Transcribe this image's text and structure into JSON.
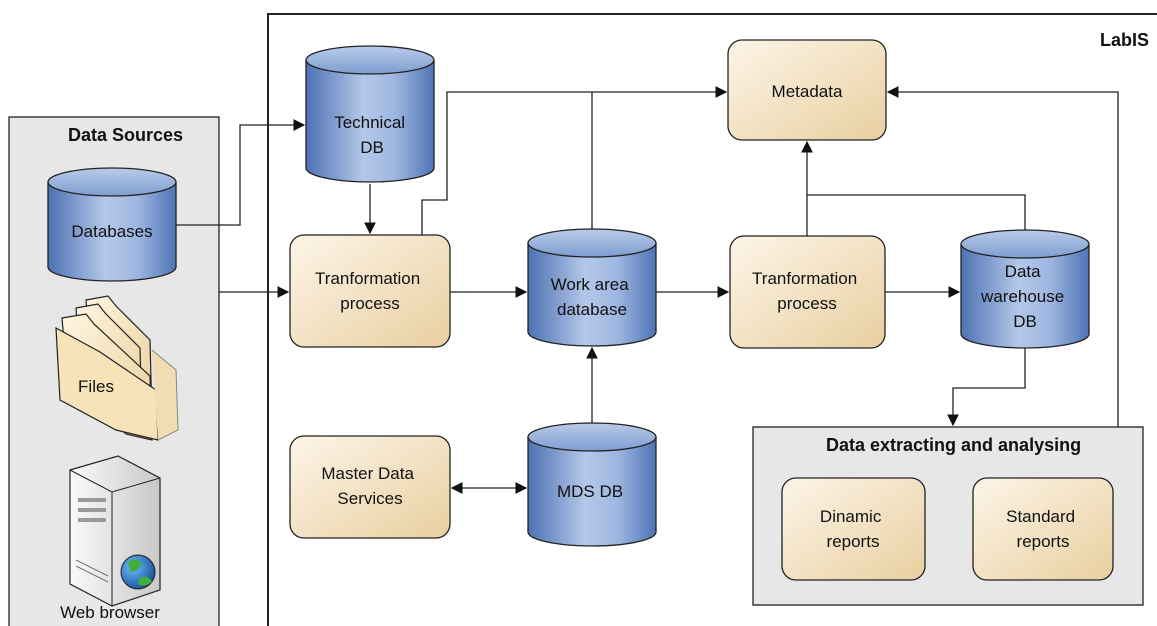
{
  "system_label": "LabIS",
  "data_sources": {
    "title": "Data Sources",
    "databases": "Databases",
    "files": "Files",
    "web_browser": "Web browser"
  },
  "technical_db": [
    "Technical",
    "DB"
  ],
  "transform_1": [
    "Tranformation",
    "process"
  ],
  "work_area_db": [
    "Work area",
    "database"
  ],
  "transform_2": [
    "Tranformation",
    "process"
  ],
  "warehouse_db": [
    "Data",
    "warehouse",
    "DB"
  ],
  "metadata": "Metadata",
  "master_data": [
    "Master Data",
    "Services"
  ],
  "mds_db": "MDS DB",
  "analysis": {
    "title": "Data extracting and analysing",
    "dynamic_reports": [
      "Dinamic",
      "reports"
    ],
    "standard_reports": [
      "Standard",
      "reports"
    ]
  },
  "colors": {
    "cylinder_light": "#c9d8ee",
    "cylinder_dark": "#5a7fbd",
    "box_light": "#fbf1e1",
    "box_dark": "#ead3a8",
    "panel_fill": "#e7e7e7",
    "outline": "#222222"
  }
}
